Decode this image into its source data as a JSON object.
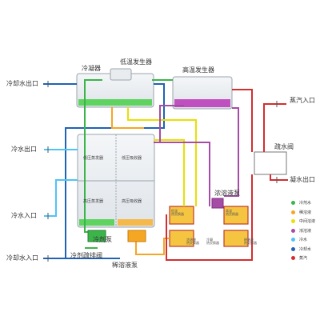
{
  "labels": {
    "condenser": "冷凝器",
    "low_temp_generator": "低温发生器",
    "high_temp_generator": "高温发生器",
    "cooling_water_outlet": "冷却水出口",
    "chilled_water_outlet": "冷水出口",
    "chilled_water_inlet": "冷水入口",
    "cooling_water_inlet": "冷却水入口",
    "steam_inlet": "蒸汽入口",
    "drain_valve": "疏水阀",
    "condensate_outlet": "凝水出口",
    "low_pressure_evaporator": "低压蒸发器",
    "low_pressure_absorber": "低压吸收器",
    "high_pressure_evaporator": "高压蒸发器",
    "high_pressure_absorber": "高压吸收器",
    "concentrated_solution_pump": "浓溶液泵",
    "refrigerant_pump": "冷剂泵",
    "refrigerant_drain_valve": "冷剂疏排阀",
    "dilute_solution_pump": "稀溶液泵"
  },
  "hx_labels": {
    "low_temp_hx_top": "低温\n热交换器",
    "high_temp_hx_top": "高温\n热交换器",
    "solution_hx_left": "浓溶液\n热交换器",
    "solution_hx_mid": "冷凝\n热交换器",
    "solution_hx_right": "稀溶液\n热交换器"
  },
  "legend": [
    {
      "name": "冷剂水",
      "color": "#3bb54a"
    },
    {
      "name": "稀溶液",
      "color": "#f5a623"
    },
    {
      "name": "中间溶液",
      "color": "#e8e000"
    },
    {
      "name": "浓溶液",
      "color": "#a64ca6"
    },
    {
      "name": "冷水",
      "color": "#4fc3f7"
    },
    {
      "name": "冷却水",
      "color": "#1e63b5"
    },
    {
      "name": "蒸汽",
      "color": "#d32f2f"
    }
  ]
}
